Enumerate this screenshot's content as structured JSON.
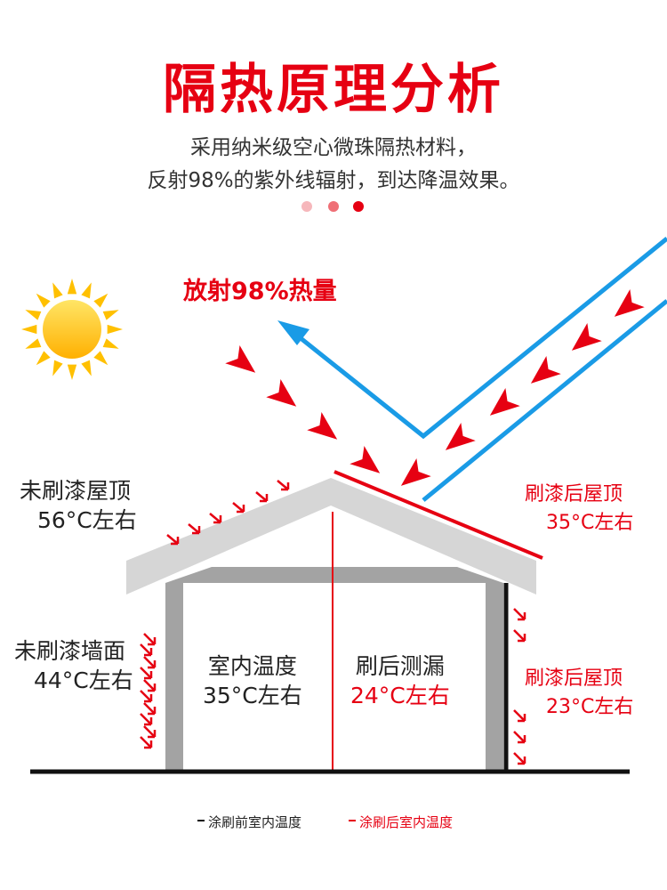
{
  "header": {
    "title": "隔热原理分析",
    "subtitle_line1": "采用纳米级空心微珠隔热材料，",
    "subtitle_line2": "反射98%的紫外线辐射，到达降温效果。"
  },
  "diagram": {
    "radiate_label": "放射98%热量",
    "roof_unpainted": {
      "label": "未刷漆屋顶",
      "temp": "56°C左右"
    },
    "roof_painted": {
      "label": "刷漆后屋顶",
      "temp": "35°C左右"
    },
    "wall_unpainted": {
      "label": "未刷漆墙面",
      "temp": "44°C左右"
    },
    "wall_painted": {
      "label": "刷漆后屋顶",
      "temp": "23°C左右"
    },
    "indoor_before": {
      "label": "室内温度",
      "temp": "35°C左右"
    },
    "indoor_after": {
      "label": "刷后测漏",
      "temp": "24°C左右"
    },
    "colors": {
      "accent": "#e60012",
      "beam": "#1a9be6",
      "sun": "#ffc000",
      "house": "#d4d4d4"
    }
  },
  "legend": {
    "before": "涂刷前室内温度",
    "after": "涂刷后室内温度"
  }
}
